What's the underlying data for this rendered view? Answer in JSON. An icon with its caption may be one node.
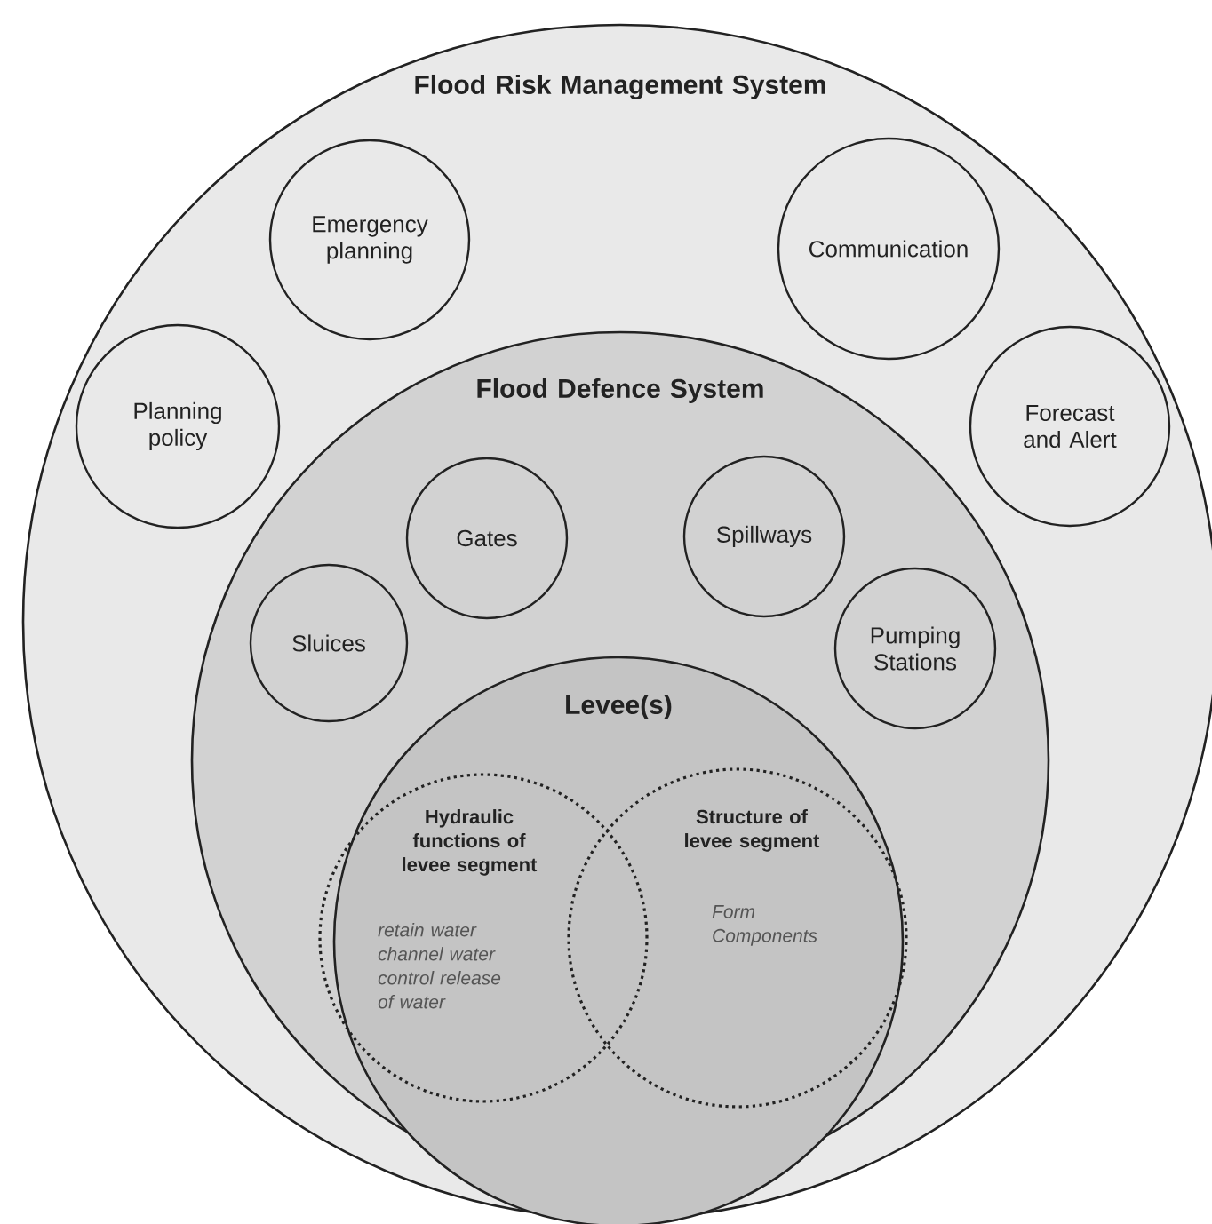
{
  "diagram": {
    "nodes": [
      {
        "text": [
          "Flood Risk Management System"
        ]
      },
      {
        "text": [
          "Emergency planning"
        ],
        "in": 0
      },
      {
        "text": [
          "Communication"
        ],
        "in": 0
      },
      {
        "text": [
          "Planning policy"
        ],
        "in": 0
      },
      {
        "text": [
          "Forecast and Alert"
        ],
        "in": 0
      },
      {
        "text": [
          "Flood Defence System"
        ],
        "in": 0
      },
      {
        "text": [
          "Gates"
        ],
        "in": 5
      },
      {
        "text": [
          "Spillways"
        ],
        "in": 5
      },
      {
        "text": [
          "Sluices"
        ],
        "in": 5
      },
      {
        "text": [
          "Pumping Stations"
        ],
        "in": 5
      },
      {
        "text": [
          "Levee(s)"
        ],
        "in": 5
      },
      {
        "text": [
          "Hydraulic functions of levee segment",
          "retain water channel water control release of water"
        ],
        "in": 10
      },
      {
        "text": [
          "Structure of levee segment",
          "Form Components"
        ],
        "in": 10
      }
    ]
  }
}
